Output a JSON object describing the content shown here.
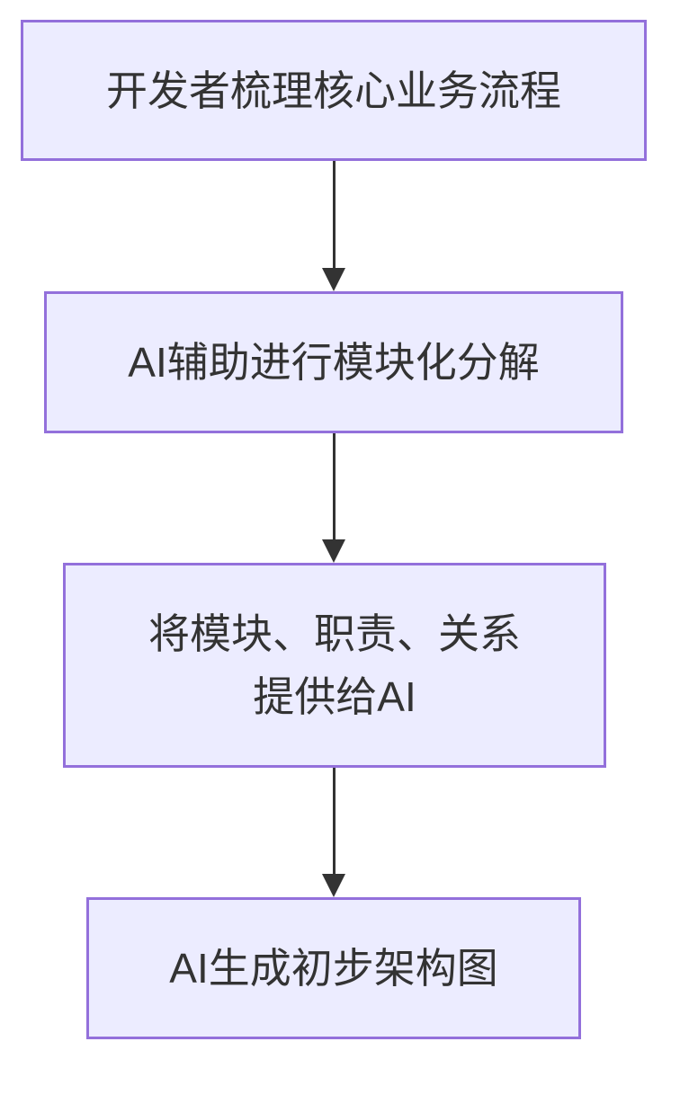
{
  "flowchart": {
    "type": "vertical-flowchart",
    "colors": {
      "node_fill": "#ECECFF",
      "node_border": "#9370DB",
      "text": "#333333",
      "arrow": "#333333",
      "background": "#FFFFFF"
    },
    "nodes": [
      {
        "id": "step-1",
        "label": "开发者梳理核心业务流程"
      },
      {
        "id": "step-2",
        "label": "AI辅助进行模块化分解"
      },
      {
        "id": "step-3",
        "label": "将模块、职责、关系 提供给AI",
        "lines": [
          "将模块、职责、关系",
          "提供给AI"
        ]
      },
      {
        "id": "step-4",
        "label": "AI生成初步架构图"
      }
    ],
    "edges": [
      {
        "from": "step-1",
        "to": "step-2"
      },
      {
        "from": "step-2",
        "to": "step-3"
      },
      {
        "from": "step-3",
        "to": "step-4"
      }
    ]
  }
}
